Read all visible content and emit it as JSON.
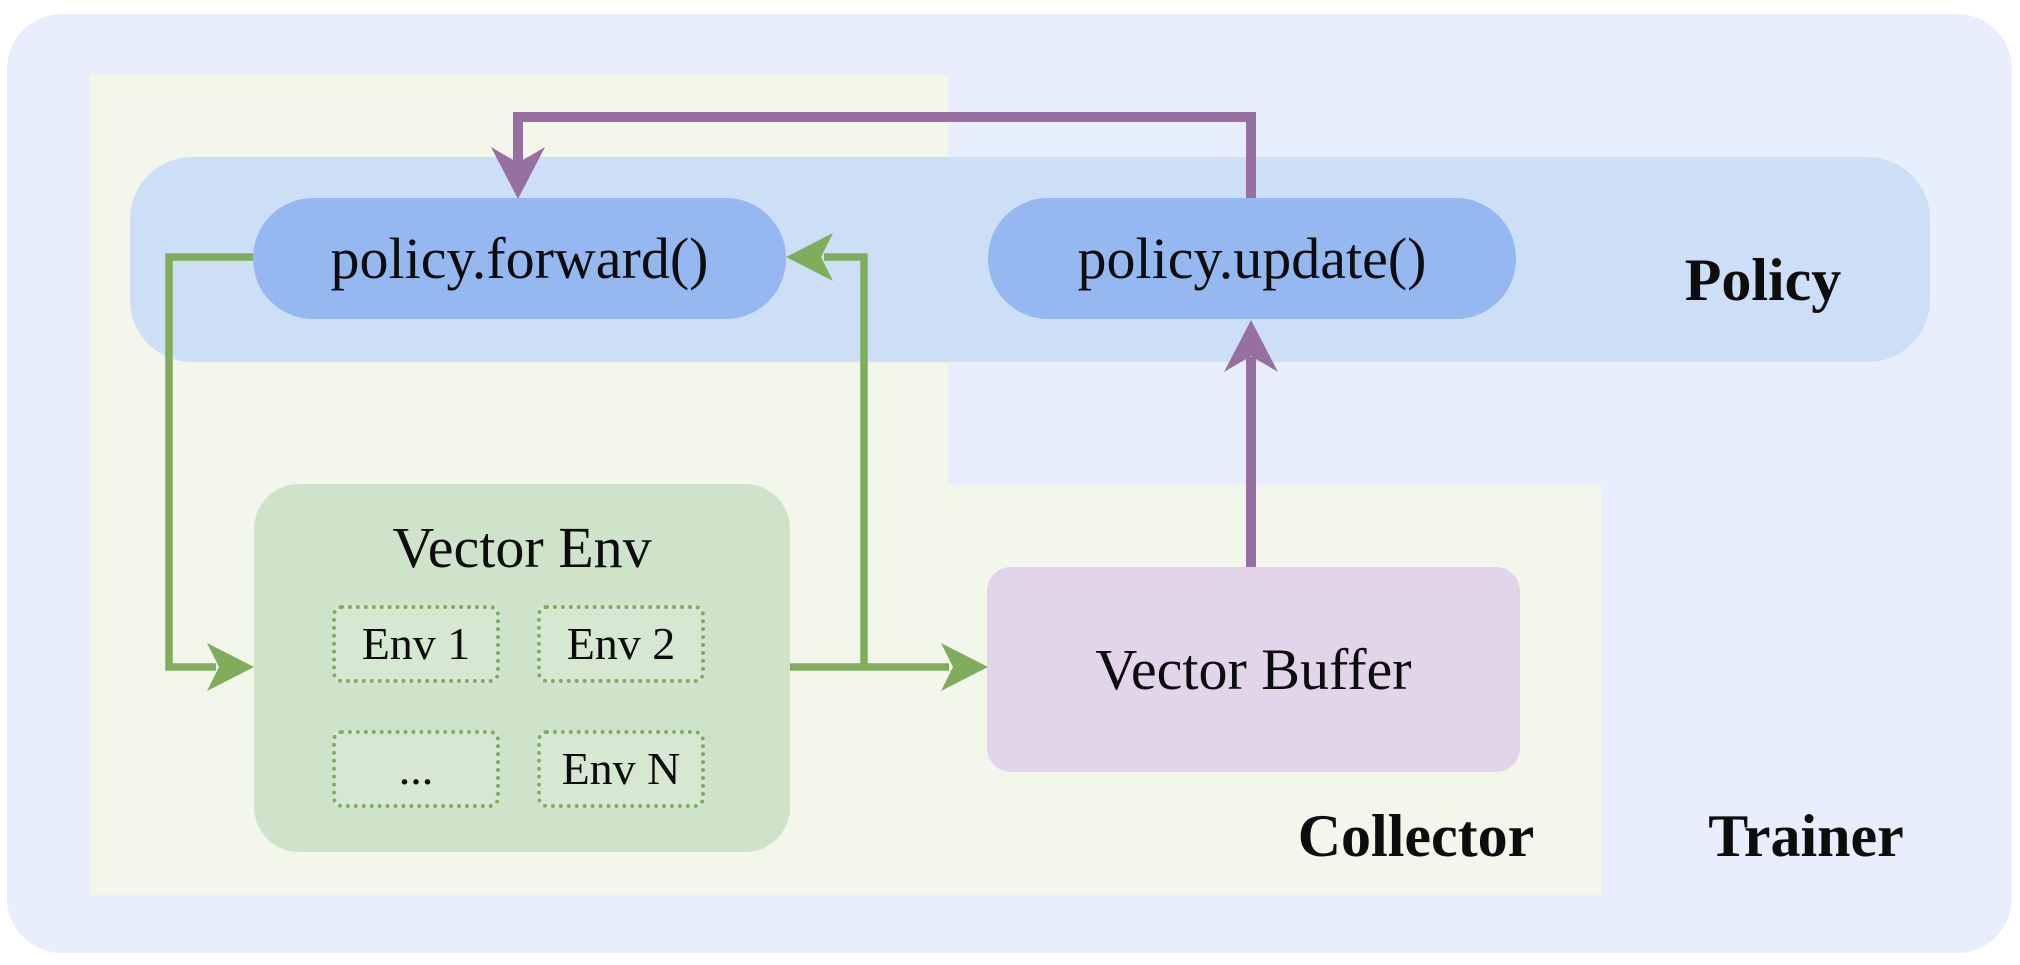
{
  "regions": {
    "trainer": {
      "label": "Trainer"
    },
    "collector": {
      "label": "Collector"
    },
    "policy": {
      "label": "Policy"
    }
  },
  "nodes": {
    "policy_forward": {
      "label": "policy.forward()"
    },
    "policy_update": {
      "label": "policy.update()"
    },
    "vector_env": {
      "title": "Vector Env",
      "envs": [
        "Env 1",
        "Env 2",
        "...",
        "Env N"
      ]
    },
    "vector_buffer": {
      "label": "Vector Buffer"
    }
  },
  "arrows": [
    {
      "name": "policy-forward-to-vector-env",
      "color": "green"
    },
    {
      "name": "vector-env-to-policy-forward",
      "color": "green"
    },
    {
      "name": "vector-env-to-vector-buffer",
      "color": "green"
    },
    {
      "name": "vector-buffer-to-policy-update",
      "color": "purple"
    },
    {
      "name": "policy-update-to-policy-forward",
      "color": "purple"
    }
  ],
  "colors": {
    "trainer_bg": "#E8EEFC",
    "collector_bg": "#F3F6EA",
    "policy_band": "#CDDFF7",
    "pill_bg": "#95B8F1",
    "env_bg": "#CFE3CA",
    "env_border": "#7CAD62",
    "buffer_bg": "#E2D5E9",
    "arrow_green": "#7FAD5C",
    "arrow_purple": "#9770A1",
    "text": "#0D0D0D"
  }
}
